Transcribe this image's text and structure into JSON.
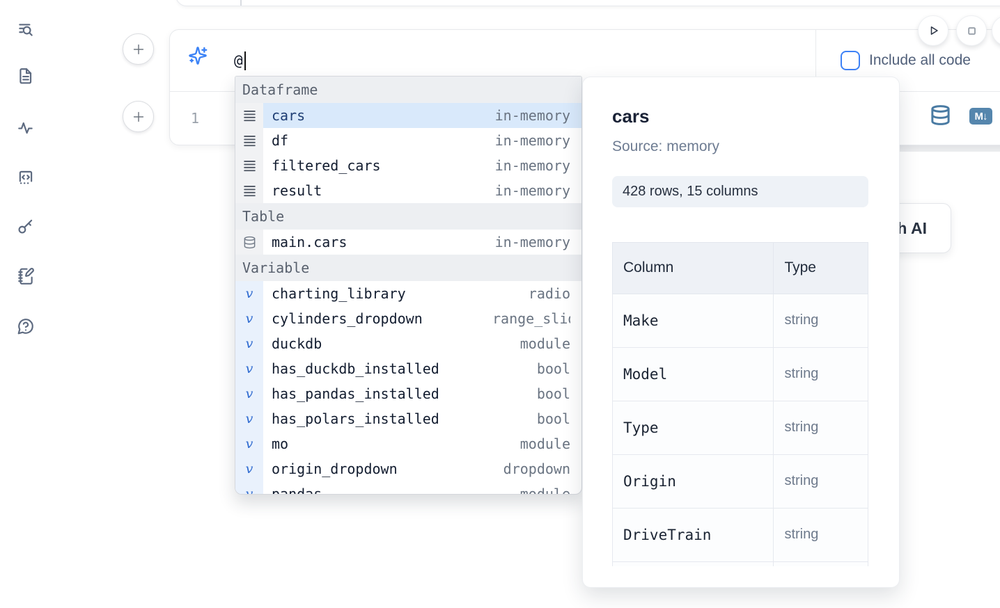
{
  "colors": {
    "accent_blue": "#3b82f6",
    "selection_blue": "#d9e9fb",
    "steel_blue_icon": "#4a7ba3",
    "markdown_badge_bg": "#5586ad"
  },
  "sidebar": {
    "items": [
      {
        "icon": "list-search-icon",
        "name": "table-of-contents-search"
      },
      {
        "icon": "file-text-icon",
        "name": "files"
      },
      {
        "icon": "activity-icon",
        "name": "activity"
      },
      {
        "icon": "code-snippet-icon",
        "name": "snippets"
      },
      {
        "icon": "key-icon",
        "name": "secrets"
      },
      {
        "icon": "notebook-pen-icon",
        "name": "scratchpad"
      },
      {
        "icon": "help-circle-icon",
        "name": "help"
      }
    ]
  },
  "run_controls": {
    "play": "run-cell",
    "stop": "stop-kernel"
  },
  "ai_prompt": {
    "value": "@",
    "include_all_code_label": "Include all code",
    "include_all_code_checked": false
  },
  "editor": {
    "line_number": "1",
    "markdown_badge": "M↓"
  },
  "autocomplete": {
    "sections": [
      {
        "label": "Dataframe",
        "items": [
          {
            "icon": "rows-icon",
            "label": "cars",
            "detail": "in-memory",
            "selected": true
          },
          {
            "icon": "rows-icon",
            "label": "df",
            "detail": "in-memory"
          },
          {
            "icon": "rows-icon",
            "label": "filtered_cars",
            "detail": "in-memory"
          },
          {
            "icon": "rows-icon",
            "label": "result",
            "detail": "in-memory"
          }
        ]
      },
      {
        "label": "Table",
        "items": [
          {
            "icon": "database-icon",
            "label": "main.cars",
            "detail": "in-memory"
          }
        ]
      },
      {
        "label": "Variable",
        "items": [
          {
            "icon": "variable-icon",
            "label": "charting_library",
            "detail": "radio"
          },
          {
            "icon": "variable-icon",
            "label": "cylinders_dropdown",
            "detail": "range_slider"
          },
          {
            "icon": "variable-icon",
            "label": "duckdb",
            "detail": "module"
          },
          {
            "icon": "variable-icon",
            "label": "has_duckdb_installed",
            "detail": "bool"
          },
          {
            "icon": "variable-icon",
            "label": "has_pandas_installed",
            "detail": "bool"
          },
          {
            "icon": "variable-icon",
            "label": "has_polars_installed",
            "detail": "bool"
          },
          {
            "icon": "variable-icon",
            "label": "mo",
            "detail": "module"
          },
          {
            "icon": "variable-icon",
            "label": "origin_dropdown",
            "detail": "dropdown"
          },
          {
            "icon": "variable-icon",
            "label": "pandas",
            "detail": "module"
          }
        ]
      }
    ]
  },
  "preview": {
    "title": "cars",
    "source": "Source: memory",
    "shape": "428 rows, 15 columns",
    "table": {
      "headers": [
        "Column",
        "Type"
      ],
      "rows": [
        [
          "Make",
          "string"
        ],
        [
          "Model",
          "string"
        ],
        [
          "Type",
          "string"
        ],
        [
          "Origin",
          "string"
        ],
        [
          "DriveTrain",
          "string"
        ]
      ],
      "clipped_extra_row": true
    }
  },
  "ai_card": {
    "label": "with AI"
  }
}
